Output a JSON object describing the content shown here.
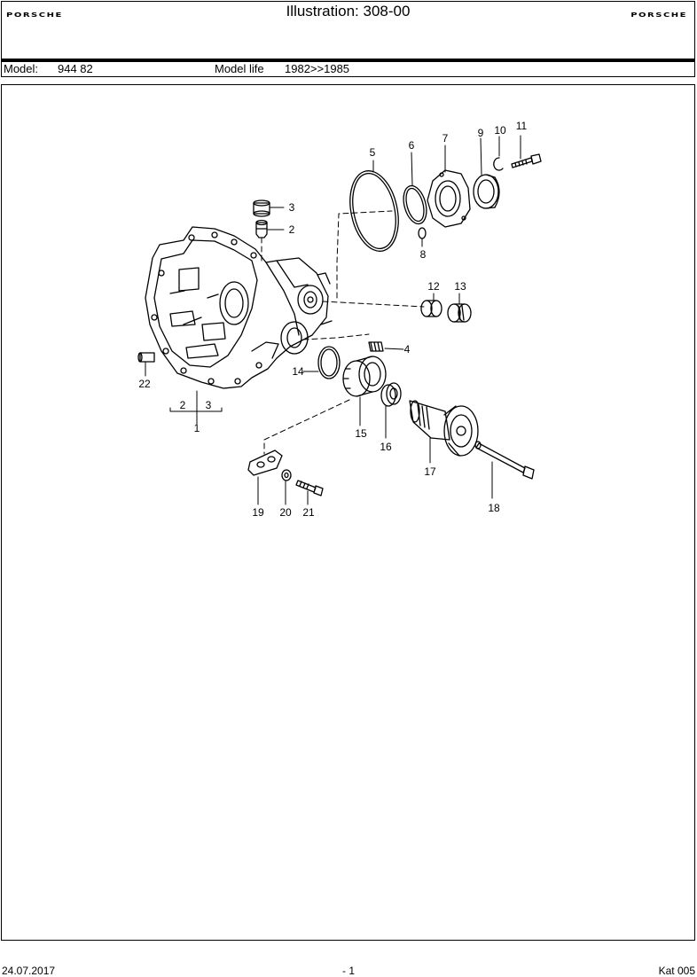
{
  "header": {
    "brand_left": "PORSCHE",
    "brand_right": "PORSCHE",
    "title": "Illustration: 308-00"
  },
  "model_bar": {
    "model_label": "Model:",
    "model_value": "944 82",
    "life_label": "Model life",
    "life_value": "1982>>1985"
  },
  "callouts": [
    "1",
    "2",
    "3",
    "4",
    "5",
    "6",
    "7",
    "8",
    "9",
    "10",
    "11",
    "12",
    "13",
    "14",
    "15",
    "16",
    "17",
    "18",
    "19",
    "20",
    "21",
    "22"
  ],
  "group_labels": [
    "2",
    "3"
  ],
  "footer": {
    "date": "24.07.2017",
    "page": "- 1",
    "catalog": "Kat 005"
  }
}
